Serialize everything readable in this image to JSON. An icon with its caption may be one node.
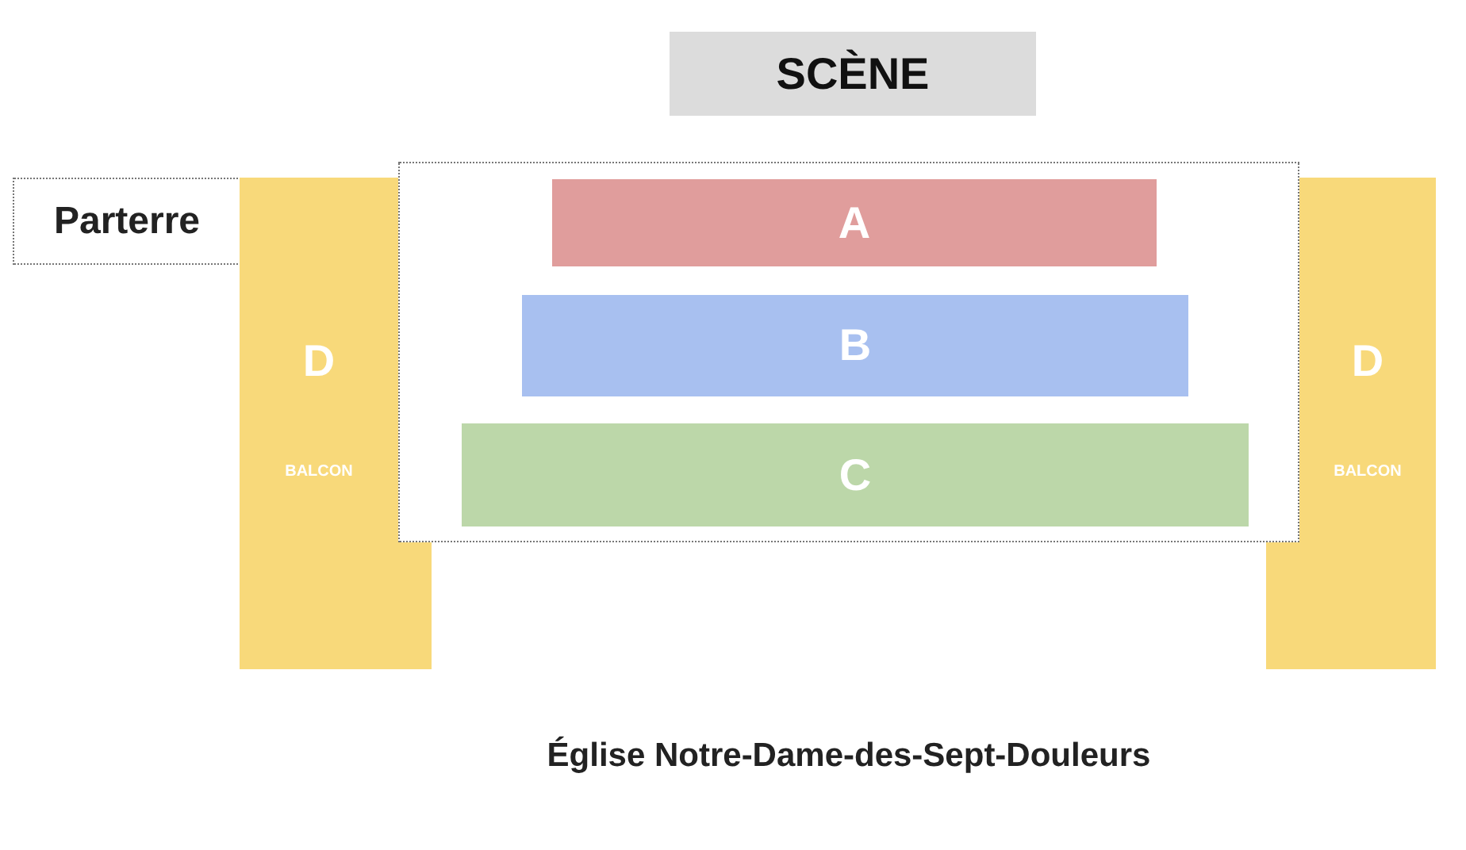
{
  "diagram": {
    "caption": "Église Notre-Dame-des-Sept-Douleurs",
    "nodes": [
      {
        "text": [
          "SCÈNE"
        ]
      },
      {
        "text": [
          "Parterre"
        ]
      },
      {
        "text": [],
        "shape": "box"
      },
      {
        "text": [
          "A"
        ],
        "in": 2
      },
      {
        "text": [
          "B"
        ],
        "in": 2
      },
      {
        "text": [
          "C"
        ],
        "in": 2
      },
      {
        "text": [
          "D",
          "BALCON"
        ]
      },
      {
        "text": [
          "D",
          "BALCON"
        ]
      }
    ]
  }
}
